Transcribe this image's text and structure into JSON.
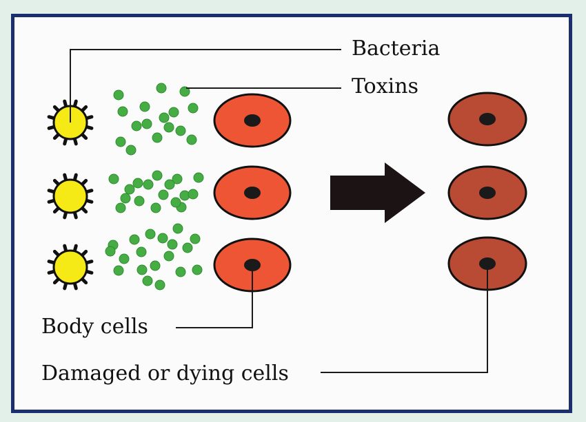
{
  "labels": {
    "bacteria": "Bacteria",
    "toxins": "Toxins",
    "body_cells": "Body cells",
    "damaged_cells": "Damaged or dying cells"
  },
  "colors": {
    "background": "#e3efe9",
    "frame_border": "#1b2f6e",
    "bacteria_fill": "#f5ea16",
    "toxin_fill": "#46ad45",
    "body_cell_fill": "#ee5535",
    "damaged_cell_fill": "#b94a34",
    "outline": "#111111"
  },
  "rows": [
    {
      "bacterium": true,
      "toxin_count": 16,
      "body_cell": true,
      "damaged_cell": true
    },
    {
      "bacterium": true,
      "toxin_count": 17,
      "body_cell": true,
      "damaged_cell": true
    },
    {
      "bacterium": true,
      "toxin_count": 19,
      "body_cell": true,
      "damaged_cell": true
    }
  ]
}
